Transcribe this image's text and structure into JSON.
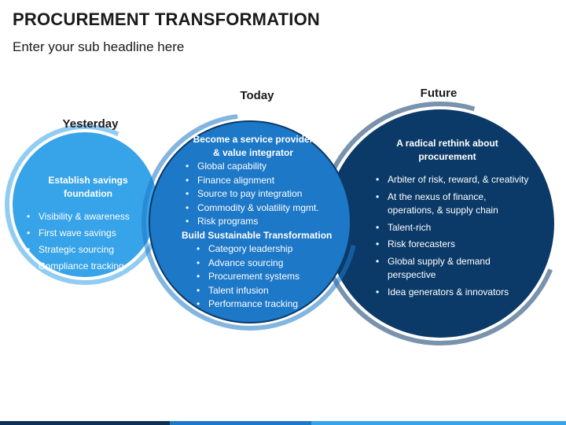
{
  "header": {
    "title": "PROCUREMENT TRANSFORMATION",
    "subtitle": "Enter your sub headline here"
  },
  "stages": {
    "yesterday": {
      "label": "Yesterday",
      "heading": "Establish savings foundation",
      "items": [
        "Visibility & awareness",
        "First wave savings",
        "Strategic sourcing",
        "Compliance tracking"
      ],
      "color": "#37a3e8"
    },
    "today": {
      "label": "Today",
      "heading": "Become a service provider & value integrator",
      "items": [
        "Global capability",
        "Finance alignment",
        "Source to pay integration",
        "Commodity & volatility mgmt.",
        "Risk programs"
      ],
      "subheading": "Build Sustainable Transformation",
      "subitems": [
        "Category leadership",
        "Advance sourcing",
        "Procurement systems",
        "Talent infusion",
        "Performance tracking"
      ],
      "color": "#1d78c8"
    },
    "future": {
      "label": "Future",
      "heading": "A radical rethink about procurement",
      "items": [
        "Arbiter of risk, reward, & creativity",
        "At the nexus of finance, operations, & supply chain",
        "Talent-rich",
        "Risk forecasters",
        "Global supply & demand perspective",
        "Idea generators & innovators"
      ],
      "color": "#0b3a68"
    }
  }
}
